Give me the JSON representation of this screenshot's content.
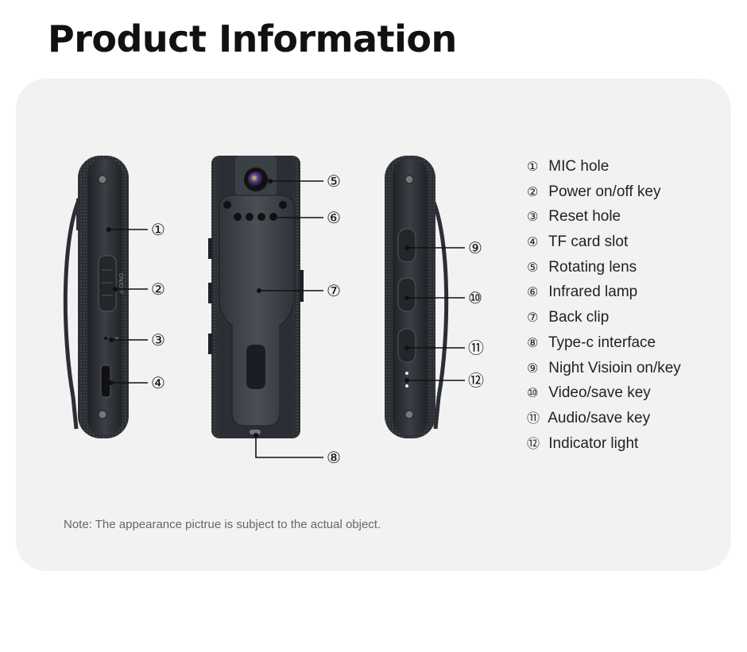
{
  "title": "Product Information",
  "note": "Note: The appearance pictrue is subject to the actual object.",
  "legend": [
    {
      "num": "①",
      "label": "MIC hole"
    },
    {
      "num": "②",
      "label": "Power on/off key"
    },
    {
      "num": "③",
      "label": "Reset hole"
    },
    {
      "num": "④",
      "label": "TF card slot"
    },
    {
      "num": "⑤",
      "label": "Rotating lens"
    },
    {
      "num": "⑥",
      "label": "Infrared lamp"
    },
    {
      "num": "⑦",
      "label": "Back clip"
    },
    {
      "num": "⑧",
      "label": "Type-c interface"
    },
    {
      "num": "⑨",
      "label": "Night Visioin on/key"
    },
    {
      "num": "⑩",
      "label": "Video/save key"
    },
    {
      "num": "⑪",
      "label": "Audio/save key"
    },
    {
      "num": "⑫",
      "label": "Indicator light"
    }
  ],
  "device_labels": {
    "switch": "ON/OFF",
    "reset": "R"
  },
  "colors": {
    "device_body": "#2c3036",
    "device_edge": "#1b1e22",
    "panel": "#f2f2f2"
  }
}
